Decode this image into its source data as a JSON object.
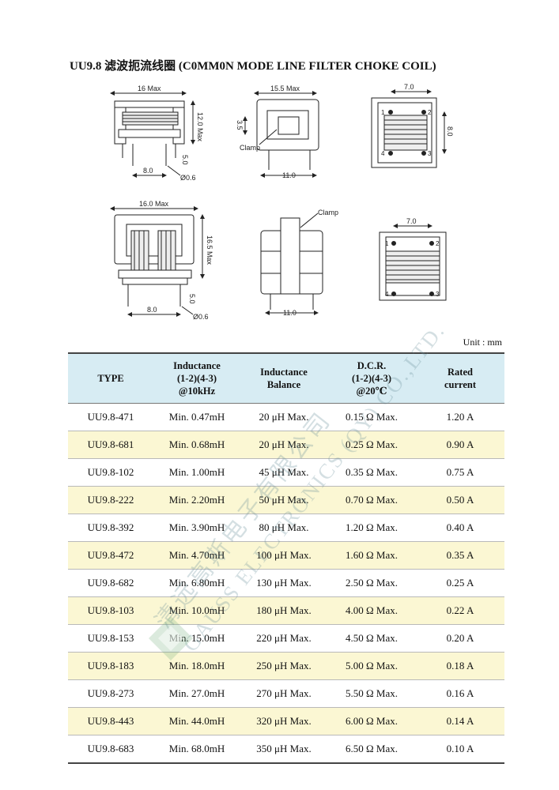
{
  "title": "UU9.8 滤波扼流线圈 (C0MM0N MODE LINE FILTER CHOKE COIL)",
  "drawings": {
    "top_left": {
      "width": "16 Max",
      "height": "12.0 Max",
      "pin": "5.0",
      "pitch": "8.0",
      "dia": "Ø0.6"
    },
    "top_middle": {
      "width": "15.5 Max",
      "clamp_h": "3.5",
      "clamp": "Clamp",
      "pitch": "11.0"
    },
    "top_right": {
      "pitch": "7.0",
      "height": "8.0",
      "pins": [
        "1",
        "2",
        "3",
        "4"
      ]
    },
    "bottom_left": {
      "width": "16.0 Max",
      "height": "16.5 Max",
      "pin": "5.0",
      "pitch": "8.0",
      "dia": "Ø0.6"
    },
    "bottom_middle": {
      "clamp": "Clamp",
      "pitch": "11.0"
    },
    "bottom_right": {
      "pitch": "7.0",
      "pins": [
        "1",
        "2",
        "3",
        "4"
      ]
    }
  },
  "unit": "Unit : mm",
  "table": {
    "headers": [
      {
        "lines": [
          "TYPE"
        ]
      },
      {
        "lines": [
          "Inductance",
          "(1-2)(4-3)",
          "@10kHz"
        ]
      },
      {
        "lines": [
          "Inductance",
          "Balance"
        ]
      },
      {
        "lines": [
          "D.C.R.",
          "(1-2)(4-3)",
          "@20℃"
        ]
      },
      {
        "lines": [
          "Rated",
          "current"
        ]
      }
    ],
    "rows": [
      [
        "UU9.8-471",
        "Min. 0.47mH",
        "20 μH Max.",
        "0.15 Ω Max.",
        "1.20 A"
      ],
      [
        "UU9.8-681",
        "Min. 0.68mH",
        "20 μH Max.",
        "0.25 Ω Max.",
        "0.90 A"
      ],
      [
        "UU9.8-102",
        "Min. 1.00mH",
        "45 μH Max.",
        "0.35 Ω Max.",
        "0.75 A"
      ],
      [
        "UU9.8-222",
        "Min. 2.20mH",
        "50 μH Max.",
        "0.70 Ω Max.",
        "0.50 A"
      ],
      [
        "UU9.8-392",
        "Min. 3.90mH",
        "80 μH Max.",
        "1.20 Ω Max.",
        "0.40 A"
      ],
      [
        "UU9.8-472",
        "Min. 4.70mH",
        "100 μH Max.",
        "1.60 Ω Max.",
        "0.35 A"
      ],
      [
        "UU9.8-682",
        "Min. 6.80mH",
        "130 μH Max.",
        "2.50 Ω Max.",
        "0.25 A"
      ],
      [
        "UU9.8-103",
        "Min. 10.0mH",
        "180 μH Max.",
        "4.00 Ω Max.",
        "0.22 A"
      ],
      [
        "UU9.8-153",
        "Min. 15.0mH",
        "220 μH Max.",
        "4.50 Ω Max.",
        "0.20 A"
      ],
      [
        "UU9.8-183",
        "Min. 18.0mH",
        "250 μH Max.",
        "5.00 Ω Max.",
        "0.18 A"
      ],
      [
        "UU9.8-273",
        "Min. 27.0mH",
        "270 μH Max.",
        "5.50 Ω Max.",
        "0.16 A"
      ],
      [
        "UU9.8-443",
        "Min. 44.0mH",
        "320 μH Max.",
        "6.00 Ω Max.",
        "0.14 A"
      ],
      [
        "UU9.8-683",
        "Min. 68.0mH",
        "350 μH Max.",
        "6.50 Ω Max.",
        "0.10 A"
      ]
    ]
  },
  "watermark": {
    "cn": "清远高斯电子有限公司",
    "en": "GAUSS ELECTRONICS (QY) CO.,LTD."
  },
  "colors": {
    "header_bg": "#d7ecf3",
    "alt_row_bg": "#fbf7d3"
  }
}
